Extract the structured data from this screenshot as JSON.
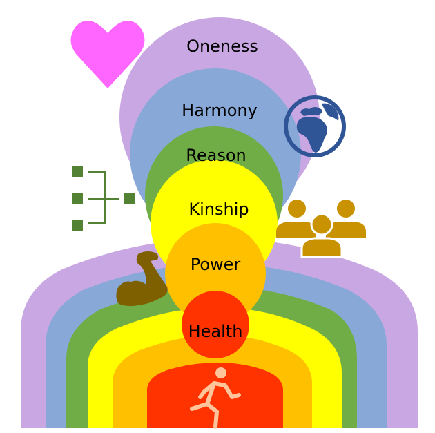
{
  "diagram": {
    "levels": [
      {
        "label": "Oneness",
        "color": "#C9A7E3",
        "icon": "heart-icon",
        "icon_color": "#FF66FF"
      },
      {
        "label": "Harmony",
        "color": "#88A8D8",
        "icon": "globe-icon",
        "icon_color": "#2F5597"
      },
      {
        "label": "Reason",
        "color": "#70AD47",
        "icon": "hierarchy-icon",
        "icon_color": "#548235"
      },
      {
        "label": "Kinship",
        "color": "#FFFF00",
        "icon": "people-group-icon",
        "icon_color": "#C99200"
      },
      {
        "label": "Power",
        "color": "#FFC000",
        "icon": "flexed-bicep-icon",
        "icon_color": "#7F6000"
      },
      {
        "label": "Health",
        "color": "#FF3300",
        "icon": "running-person-icon",
        "icon_color": "#FFC49A"
      }
    ]
  }
}
